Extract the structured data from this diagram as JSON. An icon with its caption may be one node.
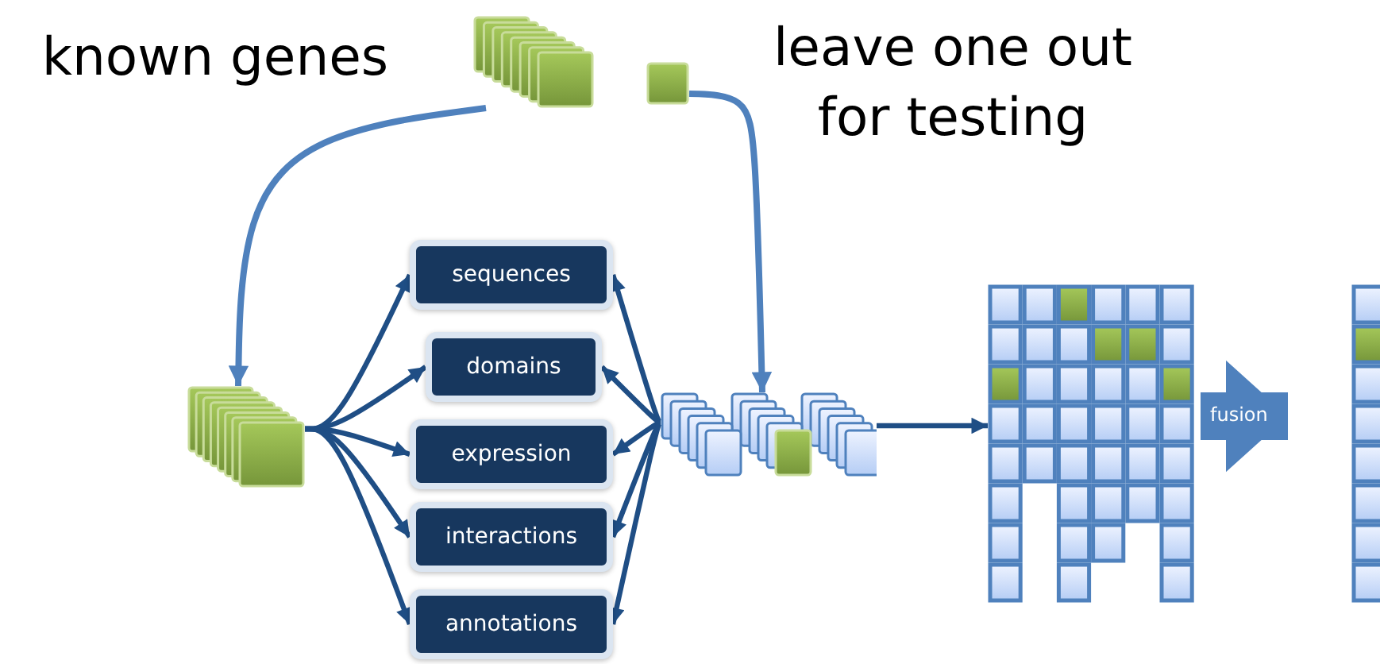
{
  "diagram": {
    "nodes": [
      {
        "text": [],
        "shape": "picture"
      },
      {
        "text": [],
        "shape": "picture"
      },
      {
        "text": [],
        "shape": "picture"
      },
      {
        "text": [
          "sequences"
        ]
      },
      {
        "text": [
          "domains"
        ]
      },
      {
        "text": [
          "expression"
        ]
      },
      {
        "text": [
          "interactions"
        ]
      },
      {
        "text": [
          "annotations"
        ]
      },
      {
        "text": [],
        "shape": "picture"
      },
      {
        "text": [],
        "shape": "picture"
      },
      {
        "text": [],
        "shape": "picture"
      }
    ],
    "edges": [
      {
        "from": 0,
        "to": 2,
        "arrow": "to",
        "color": "#4f81bd"
      },
      {
        "from": 1,
        "to": 8,
        "arrow": "to",
        "color": "#4f81bd"
      },
      {
        "from": 2,
        "to": 3,
        "arrow": "to"
      },
      {
        "from": 2,
        "to": 4,
        "arrow": "to"
      },
      {
        "from": 2,
        "to": 5,
        "arrow": "to"
      },
      {
        "from": 2,
        "to": 6,
        "arrow": "to"
      },
      {
        "from": 2,
        "to": 7,
        "arrow": "to"
      },
      {
        "from": 8,
        "to": 3,
        "arrow": "to"
      },
      {
        "from": 8,
        "to": 4,
        "arrow": "to"
      },
      {
        "from": 8,
        "to": 5,
        "arrow": "to"
      },
      {
        "from": 8,
        "to": 6,
        "arrow": "to"
      },
      {
        "from": 8,
        "to": 7,
        "arrow": "to"
      },
      {
        "from": 8,
        "to": 9,
        "arrow": "to"
      },
      {
        "from": 9,
        "to": 10,
        "arrow": "to",
        "label": "fusion",
        "style": "thick",
        "color": "#4f81bd"
      }
    ],
    "labels": [
      "known genes",
      "leave one out for testing"
    ]
  }
}
